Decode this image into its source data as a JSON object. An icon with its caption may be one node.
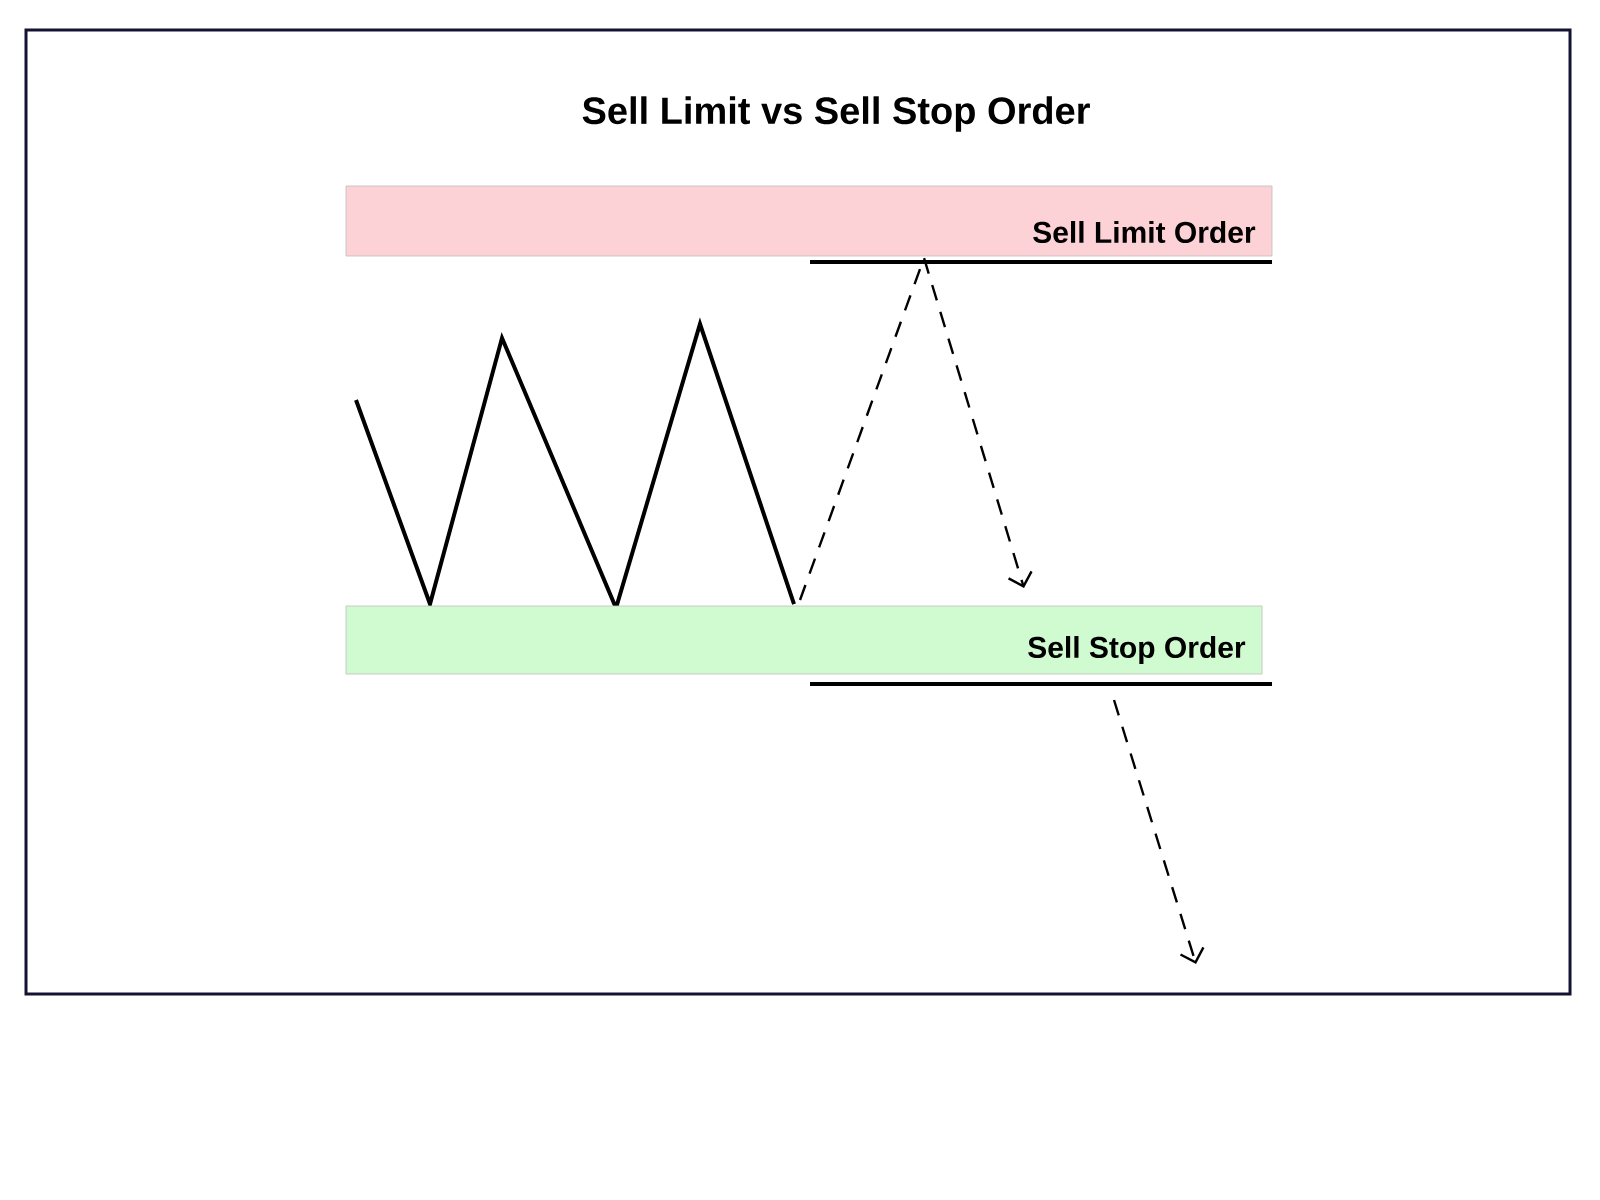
{
  "diagram": {
    "title": "Sell Limit vs Sell Stop Order",
    "nodes": [
      {
        "text": [
          "Sell Limit Order"
        ]
      },
      {
        "text": [
          "Sell Stop Order"
        ]
      }
    ]
  }
}
